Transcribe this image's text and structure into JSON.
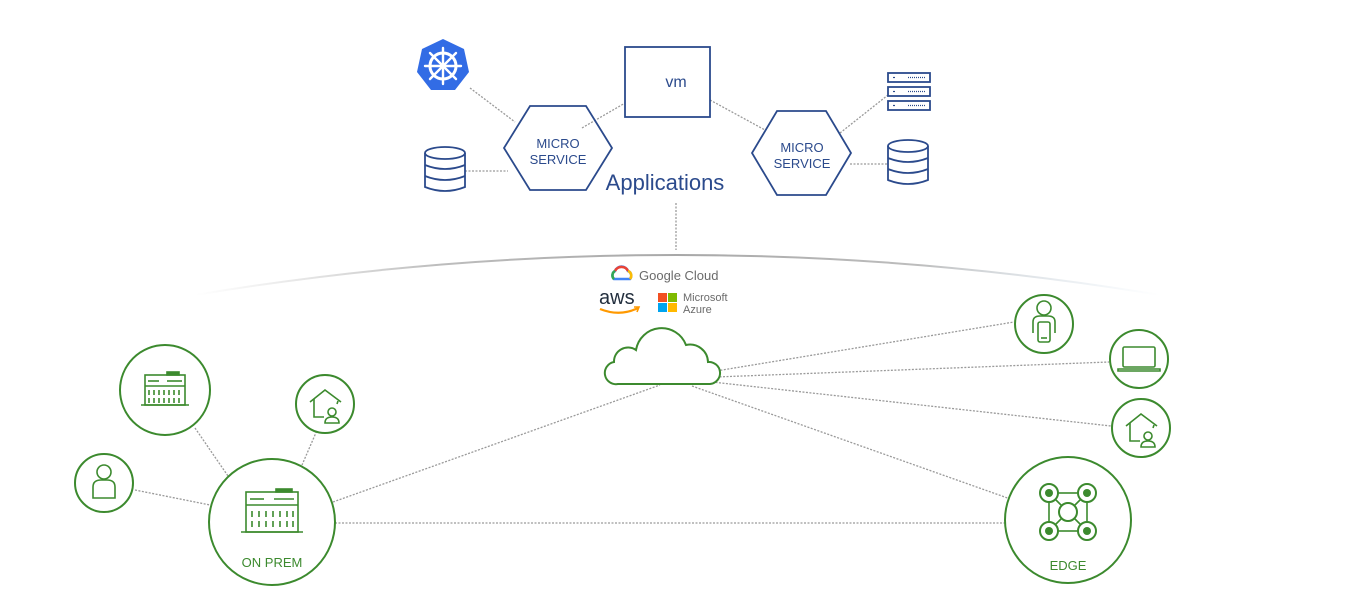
{
  "applications": {
    "title": "Applications",
    "vm_label": "vm",
    "microservice_left": {
      "line1": "MICRO",
      "line2": "SERVICE"
    },
    "microservice_right": {
      "line1": "MICRO",
      "line2": "SERVICE"
    },
    "icons": [
      "kubernetes-icon",
      "vm-icon",
      "database-icon",
      "server-rack-icon",
      "database-icon"
    ]
  },
  "clouds": {
    "providers": [
      {
        "name": "Google Cloud",
        "icon": "google-cloud-icon"
      },
      {
        "name": "aws",
        "icon": "aws-icon"
      },
      {
        "name_line1": "Microsoft",
        "name_line2": "Azure",
        "icon": "azure-icon"
      }
    ]
  },
  "locations": {
    "on_prem_label": "ON PREM",
    "edge_label": "EDGE",
    "nodes": [
      "office-building",
      "home-worker",
      "user",
      "mobile-user",
      "laptop",
      "home-worker"
    ]
  },
  "colors": {
    "app_blue": "#2b4a8c",
    "kubernetes_blue": "#326ce5",
    "infra_green": "#3c8a2e",
    "connector_grey": "#9a9a9a"
  }
}
